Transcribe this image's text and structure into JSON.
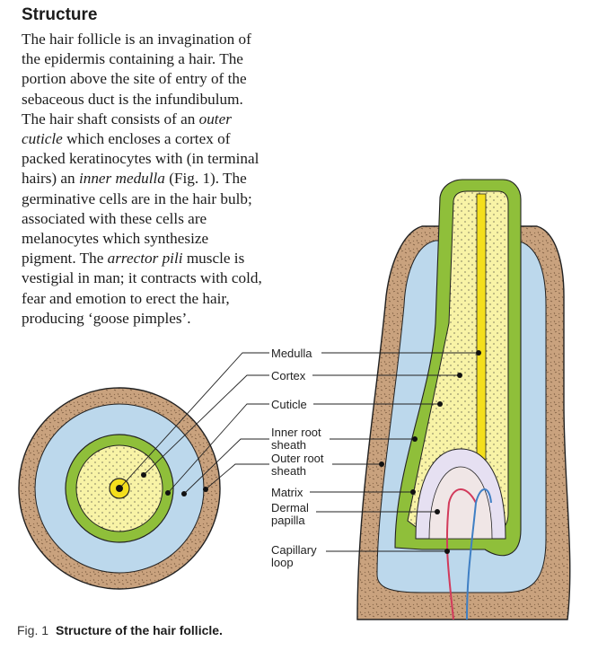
{
  "heading": "Structure",
  "paragraph": {
    "l1": "The hair follicle is an invagination of",
    "l2": "the epidermis containing a hair. The",
    "l3": "portion above the site of entry of the",
    "l4": "sebaceous duct is the infundibulum.",
    "l5": "The hair shaft consists of an",
    "l5_em": "outer",
    "l6_em": "cuticle",
    "l6": "which encloses a cortex of",
    "l7": "packed keratinocytes with (in terminal",
    "l8a": "hairs) an",
    "l8_em": "inner medulla",
    "l8b": "(Fig. 1). The",
    "l9": "germinative cells are in the hair bulb;",
    "l10": "associated with these cells are",
    "l11": "melanocytes which synthesize",
    "l12a": "pigment. The",
    "l12_em": "arrector pili",
    "l12b": "muscle is",
    "l13": "vestigial in man; it contracts with cold,",
    "l14": "fear and emotion to erect the hair,",
    "l15": "producing ‘goose pimples’."
  },
  "labels": {
    "medulla": "Medulla",
    "cortex": "Cortex",
    "cuticle": "Cuticle",
    "inner_root_1": "Inner root",
    "inner_root_2": "sheath",
    "outer_root_1": "Outer root",
    "outer_root_2": "sheath",
    "matrix": "Matrix",
    "dermal_1": "Dermal",
    "dermal_2": "papilla",
    "capillary_1": "Capillary",
    "capillary_2": "loop"
  },
  "caption": {
    "number": "Fig. 1",
    "text": "Structure of the hair follicle."
  },
  "colors": {
    "dermis": "#c9a27e",
    "outer_root_sheath": "#bcd8ec",
    "inner_root_sheath": "#8fbf3a",
    "cortex": "#f8f3a6",
    "medulla": "#f4df1c",
    "artery": "#d23a5b",
    "vein": "#3f7fc4"
  }
}
